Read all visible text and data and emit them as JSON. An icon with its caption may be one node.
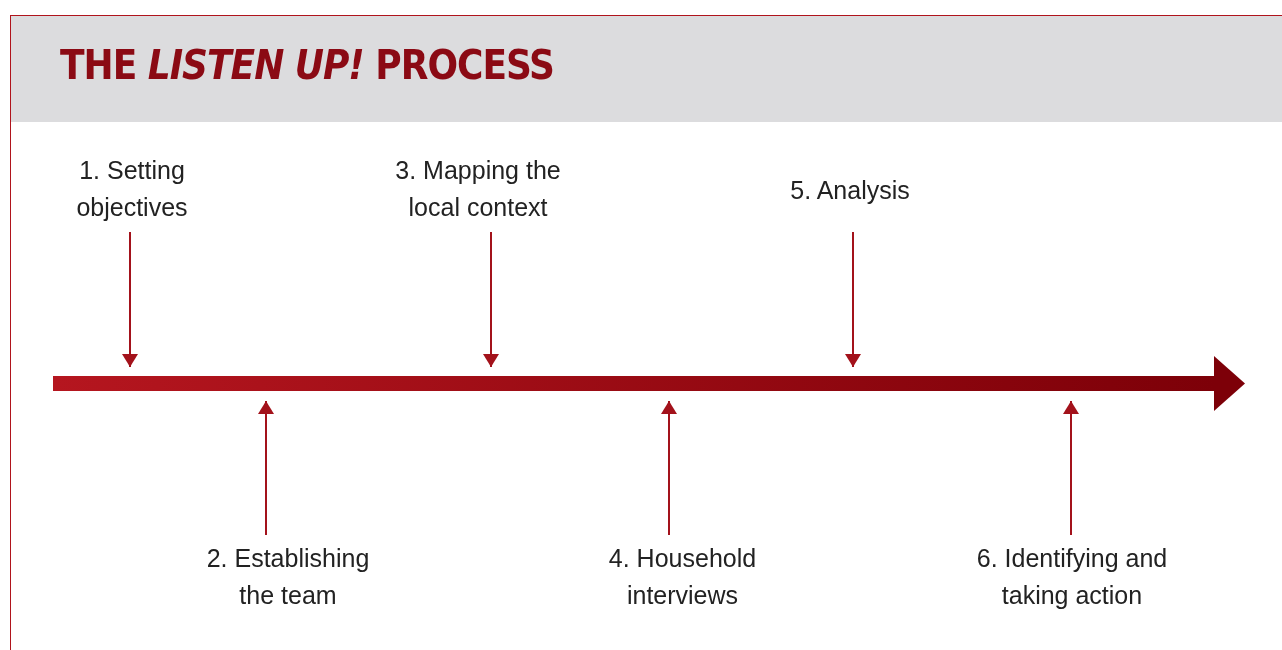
{
  "diagram": {
    "title": "THE *LISTEN UP!* PROCESS",
    "nodes": [
      {
        "text": [
          "1. Setting objectives"
        ]
      },
      {
        "text": [
          "2. Establishing the team"
        ]
      },
      {
        "text": [
          "3. Mapping the local context"
        ]
      },
      {
        "text": [
          "4. Household interviews"
        ]
      },
      {
        "text": [
          "5. Analysis"
        ]
      },
      {
        "text": [
          "6. Identifying and taking action"
        ]
      },
      {
        "text": [],
        "shape": "bar"
      }
    ],
    "edges": [
      {
        "from": 0,
        "to": 6,
        "arrow": "to"
      },
      {
        "from": 1,
        "to": 6,
        "arrow": "to"
      },
      {
        "from": 2,
        "to": 6,
        "arrow": "to"
      },
      {
        "from": 3,
        "to": 6,
        "arrow": "to"
      },
      {
        "from": 4,
        "to": 6,
        "arrow": "to"
      },
      {
        "from": 5,
        "to": 6,
        "arrow": "to"
      }
    ]
  }
}
